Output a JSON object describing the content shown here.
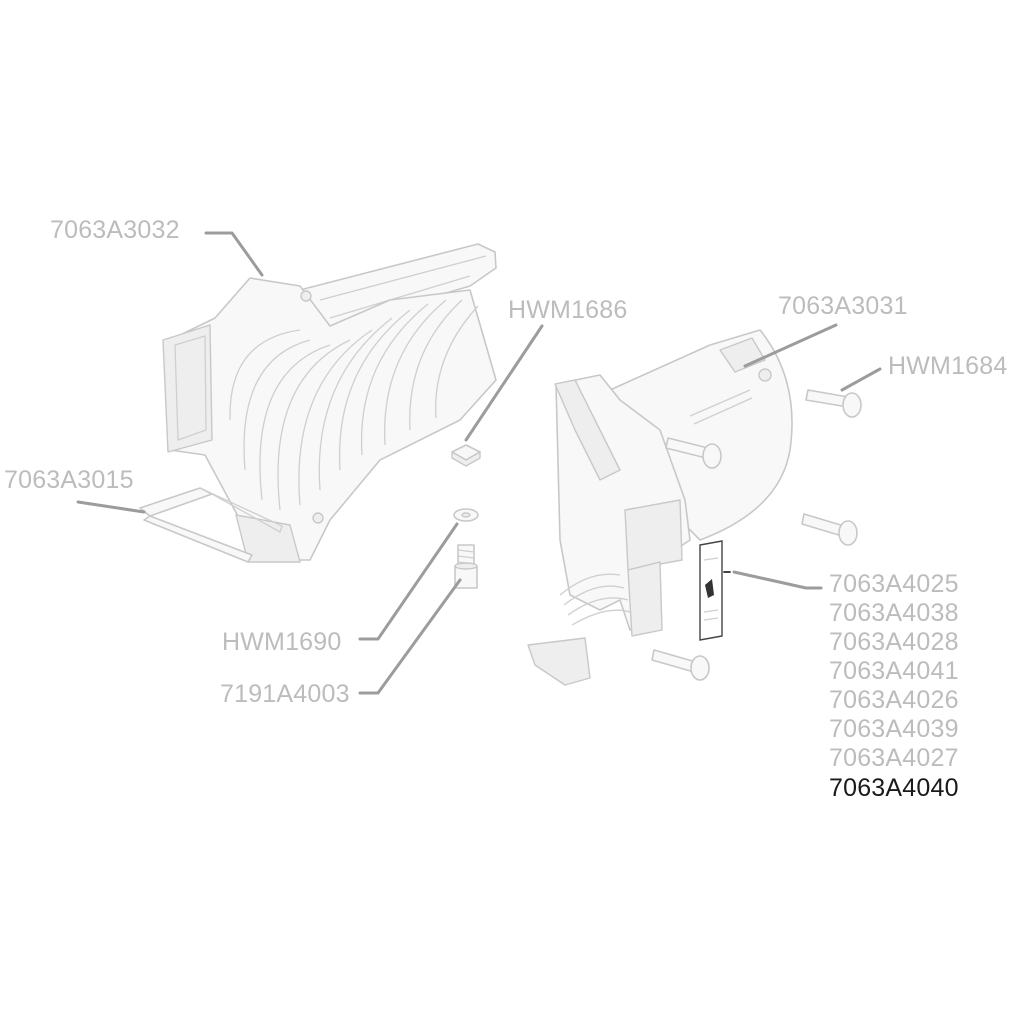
{
  "labels": {
    "left_top": "7063A3032",
    "left_wrench": "7063A3015",
    "nut": "HWM1686",
    "washer": "HWM1690",
    "bolt": "7191A4003",
    "right_top": "7063A3031",
    "screw": "HWM1684"
  },
  "label_stack": [
    "7063A4025",
    "7063A4038",
    "7063A4028",
    "7063A4041",
    "7063A4026",
    "7063A4039",
    "7063A4027",
    "7063A4040"
  ],
  "highlighted_part": "7063A4040",
  "colors": {
    "muted_text": "#bcbcbc",
    "highlight_text": "#1a1a1a",
    "leader": "#9a9a9a",
    "part_stroke": "#c9c9c9",
    "part_fill": "#f7f7f7"
  }
}
